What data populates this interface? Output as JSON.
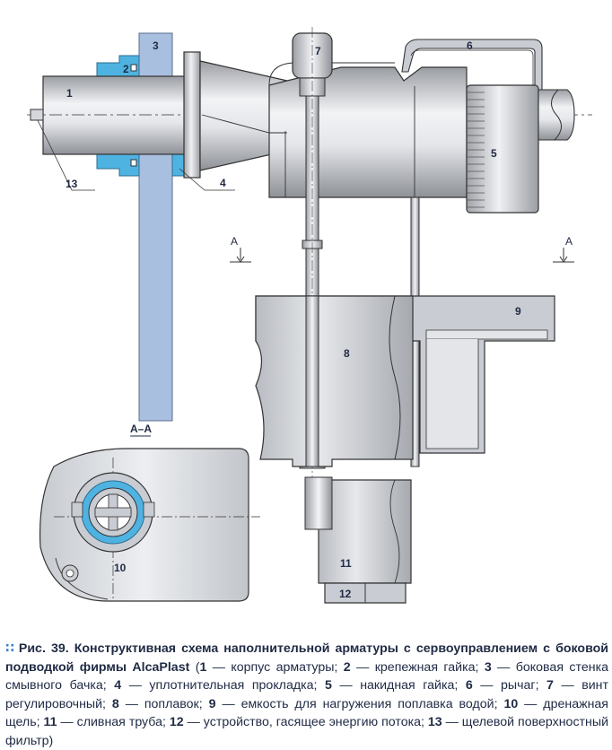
{
  "diagram": {
    "labels": {
      "l1": "1",
      "l2": "2",
      "l3": "3",
      "l4": "4",
      "l5": "5",
      "l6": "6",
      "l7": "7",
      "l8": "8",
      "l9": "9",
      "l10": "10",
      "l11": "11",
      "l12": "12",
      "l13": "13"
    },
    "section_mark": "A",
    "section_title": "А–А"
  },
  "caption": {
    "fig": "Рис. 39.",
    "title": "Конструктивная схема наполнительной арматуры с сервоуправлением с боковой подводкой фирмы AlcaPlast",
    "open": " (",
    "close": ")",
    "items": [
      {
        "n": "1",
        "t": " — корпус арматуры; "
      },
      {
        "n": "2",
        "t": " — крепежная гайка; "
      },
      {
        "n": "3",
        "t": " — боковая стенка смывного бачка; "
      },
      {
        "n": "4",
        "t": " — уплотнительная прокладка; "
      },
      {
        "n": "5",
        "t": " — накидная гайка; "
      },
      {
        "n": "6",
        "t": " — рычаг; "
      },
      {
        "n": "7",
        "t": " — винт регулировочный; "
      },
      {
        "n": "8",
        "t": " — поплавок; "
      },
      {
        "n": "9",
        "t": " — емкость для нагружения поплавка водой; "
      },
      {
        "n": "10",
        "t": " — дренажная щель; "
      },
      {
        "n": "11",
        "t": " — сливная труба; "
      },
      {
        "n": "12",
        "t": " — устройство, гасящее энергию потока; "
      },
      {
        "n": "13",
        "t": " — щелевой поверхностный фильтр"
      }
    ]
  },
  "colors": {
    "wall": "#a9bfe0",
    "nut": "#4fb3e2",
    "metal_light": "#eef0f3",
    "metal_mid": "#c9ccd2",
    "metal_dark": "#8d9098",
    "outline": "#333333"
  }
}
